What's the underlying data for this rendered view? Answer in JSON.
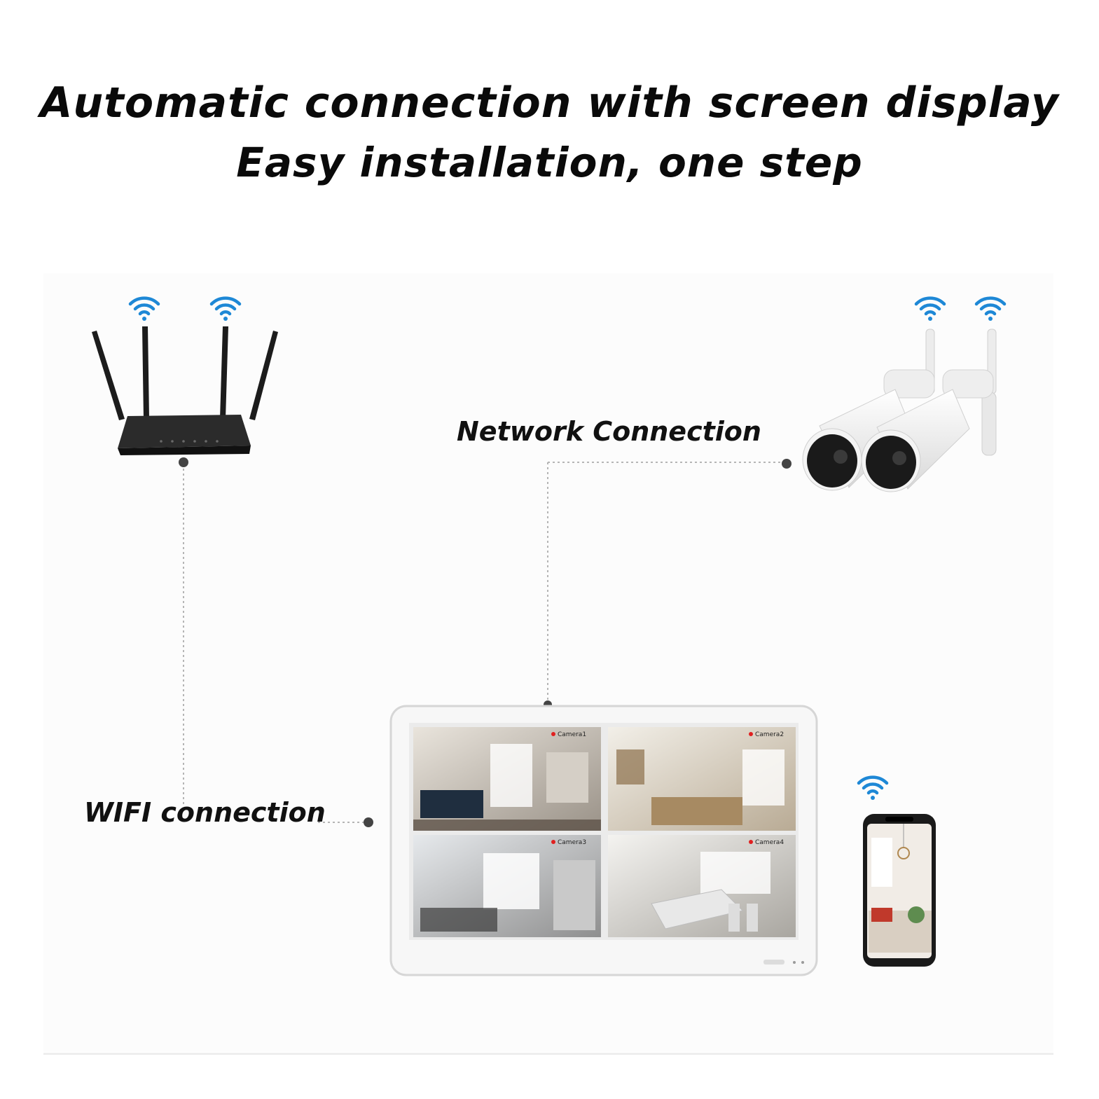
{
  "header": {
    "title_line1": "Automatic connection with screen display",
    "title_line2": "Easy installation, one step"
  },
  "labels": {
    "network": "Network Connection",
    "wifi": "WIFI connection"
  },
  "colors": {
    "wifi_icon": "#1e88d6",
    "router_body": "#1a1a1a",
    "connector": "#444444",
    "dotted_line": "#b5b5b5",
    "device_white": "#f4f4f4"
  },
  "icons": [
    "wifi-icon",
    "router-icon",
    "camera-icon",
    "monitor-icon",
    "smartphone-icon"
  ],
  "monitor": {
    "feeds": [
      {
        "camera_label": "Camera1"
      },
      {
        "camera_label": "Camera2"
      },
      {
        "camera_label": "Camera3"
      },
      {
        "camera_label": "Camera4"
      }
    ]
  }
}
